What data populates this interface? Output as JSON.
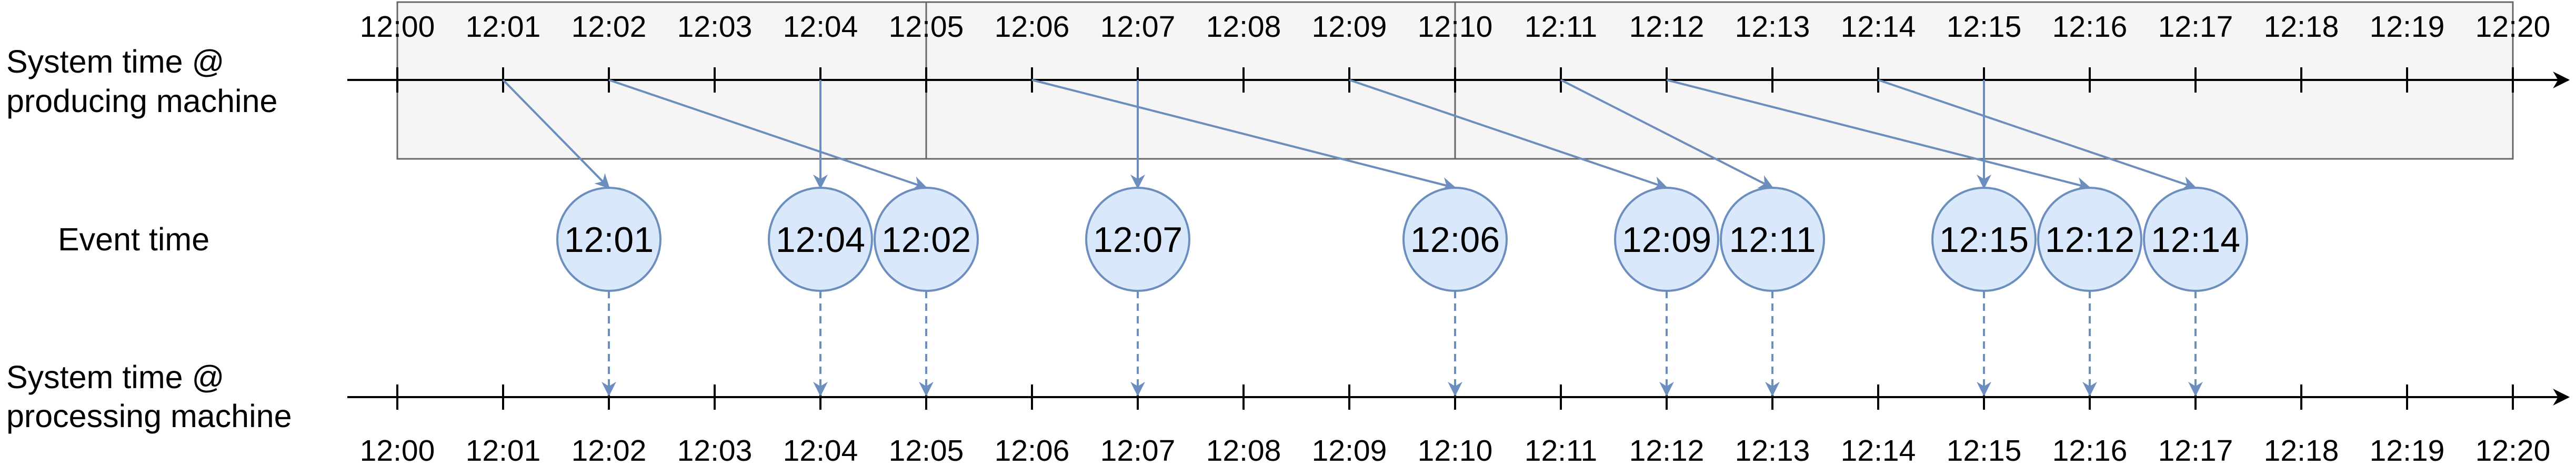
{
  "labels": {
    "producing": [
      "System time @",
      "producing machine"
    ],
    "event_time": "Event time",
    "processing": [
      "System time @",
      "processing machine"
    ]
  },
  "time_ticks": [
    "12:00",
    "12:01",
    "12:02",
    "12:03",
    "12:04",
    "12:05",
    "12:06",
    "12:07",
    "12:08",
    "12:09",
    "12:10",
    "12:11",
    "12:12",
    "12:13",
    "12:14",
    "12:15",
    "12:16",
    "12:17",
    "12:18",
    "12:19",
    "12:20"
  ],
  "colors": {
    "axis": "#000000",
    "window_fill": "#f5f5f5",
    "window_stroke": "#666666",
    "event_fill": "#dae8fc",
    "event_stroke": "#6c8ebf"
  },
  "events": [
    {
      "label": "12:01",
      "event_minute": 1,
      "produced_minute": 1,
      "processed_minute": 2
    },
    {
      "label": "12:04",
      "event_minute": 4,
      "produced_minute": 4,
      "processed_minute": 4
    },
    {
      "label": "12:02",
      "event_minute": 2,
      "produced_minute": 2,
      "processed_minute": 5
    },
    {
      "label": "12:07",
      "event_minute": 7,
      "produced_minute": 7,
      "processed_minute": 7
    },
    {
      "label": "12:06",
      "event_minute": 6,
      "produced_minute": 6,
      "processed_minute": 10
    },
    {
      "label": "12:09",
      "event_minute": 9,
      "produced_minute": 9,
      "processed_minute": 12
    },
    {
      "label": "12:11",
      "event_minute": 11,
      "produced_minute": 11,
      "processed_minute": 13
    },
    {
      "label": "12:15",
      "event_minute": 15,
      "produced_minute": 15,
      "processed_minute": 15
    },
    {
      "label": "12:12",
      "event_minute": 12,
      "produced_minute": 12,
      "processed_minute": 16
    },
    {
      "label": "12:14",
      "event_minute": 14,
      "produced_minute": 14,
      "processed_minute": 17
    }
  ],
  "windows": [
    {
      "start": "12:00",
      "end": "12:05"
    },
    {
      "start": "12:05",
      "end": "12:10"
    },
    {
      "start": "12:10",
      "end": "12:20"
    }
  ]
}
